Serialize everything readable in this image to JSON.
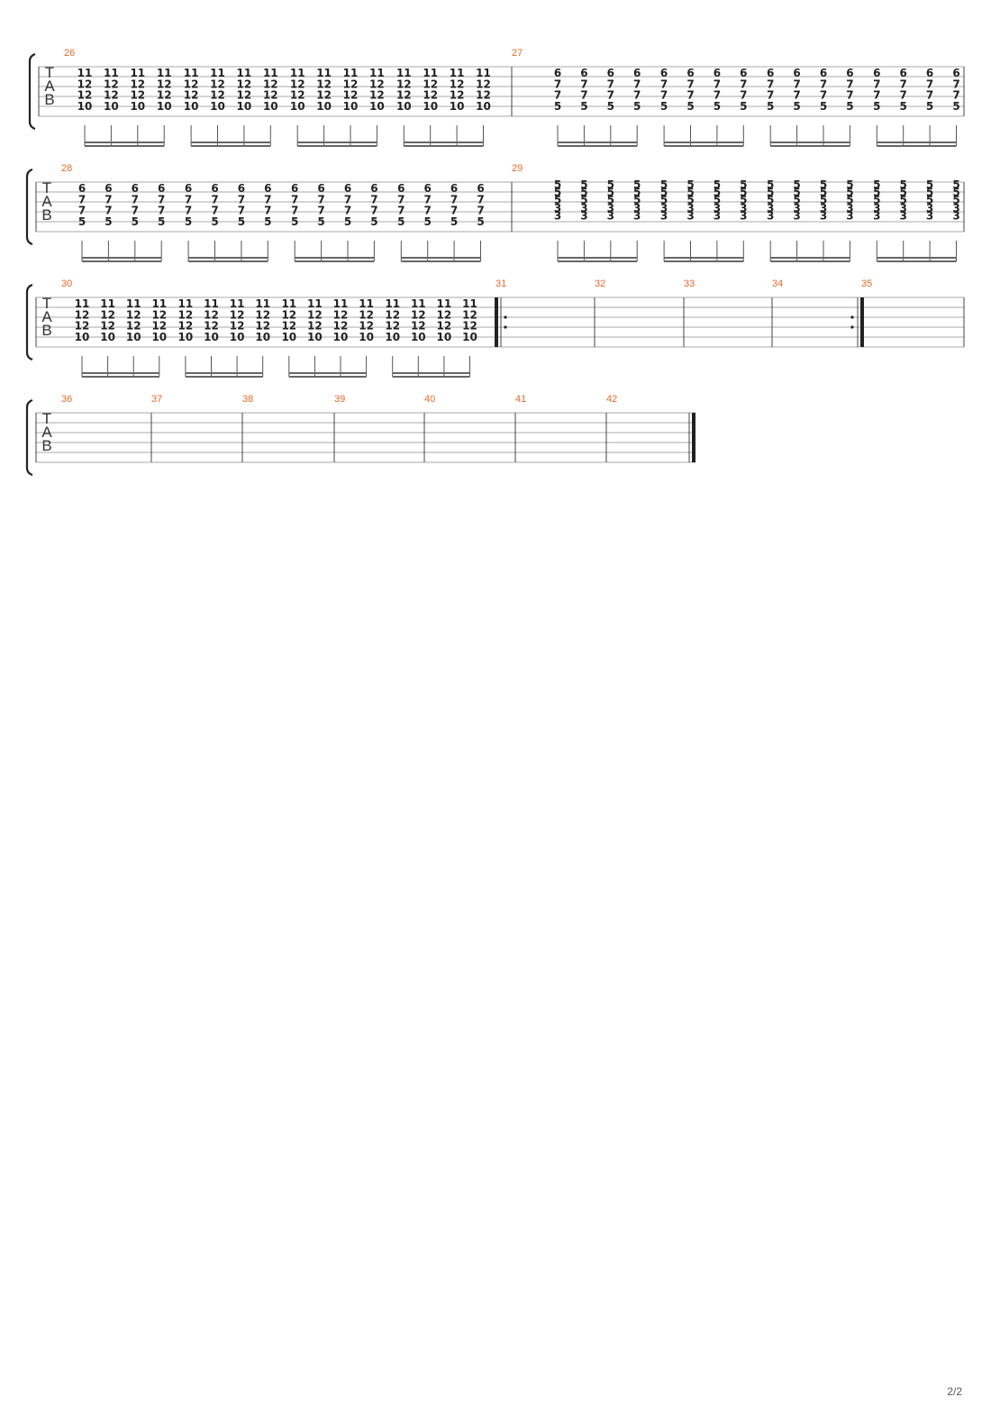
{
  "page_number": "2/2",
  "tab_clef": [
    "T",
    "A",
    "B"
  ],
  "colors": {
    "measure_number": "#e8692b",
    "staff_line": "#a8a8a8",
    "note": "#222222",
    "barline": "#444444"
  },
  "systems": [
    {
      "measures": [
        {
          "number": "26",
          "notes": 16,
          "chord": [
            "11",
            "12",
            "12",
            "10"
          ]
        },
        {
          "number": "27",
          "notes": 16,
          "chord": [
            "6",
            "7",
            "7",
            "5"
          ]
        }
      ]
    },
    {
      "measures": [
        {
          "number": "28",
          "notes": 16,
          "chord": [
            "6",
            "7",
            "7",
            "5"
          ]
        },
        {
          "number": "29",
          "notes": 16,
          "chord": [
            "5",
            "5",
            "5",
            "3",
            "3"
          ]
        }
      ]
    },
    {
      "measures": [
        {
          "number": "30",
          "notes": 16,
          "chord": [
            "11",
            "12",
            "12",
            "10"
          ]
        },
        {
          "number": "31",
          "notes": 0,
          "repeat_start": true
        },
        {
          "number": "32",
          "notes": 0
        },
        {
          "number": "33",
          "notes": 0
        },
        {
          "number": "34",
          "notes": 0,
          "repeat_end": true
        },
        {
          "number": "35",
          "notes": 0
        }
      ]
    },
    {
      "measures": [
        {
          "number": "36",
          "notes": 0
        },
        {
          "number": "37",
          "notes": 0
        },
        {
          "number": "38",
          "notes": 0
        },
        {
          "number": "39",
          "notes": 0
        },
        {
          "number": "40",
          "notes": 0
        },
        {
          "number": "41",
          "notes": 0
        },
        {
          "number": "42",
          "notes": 0,
          "final_barline": true
        }
      ]
    }
  ]
}
